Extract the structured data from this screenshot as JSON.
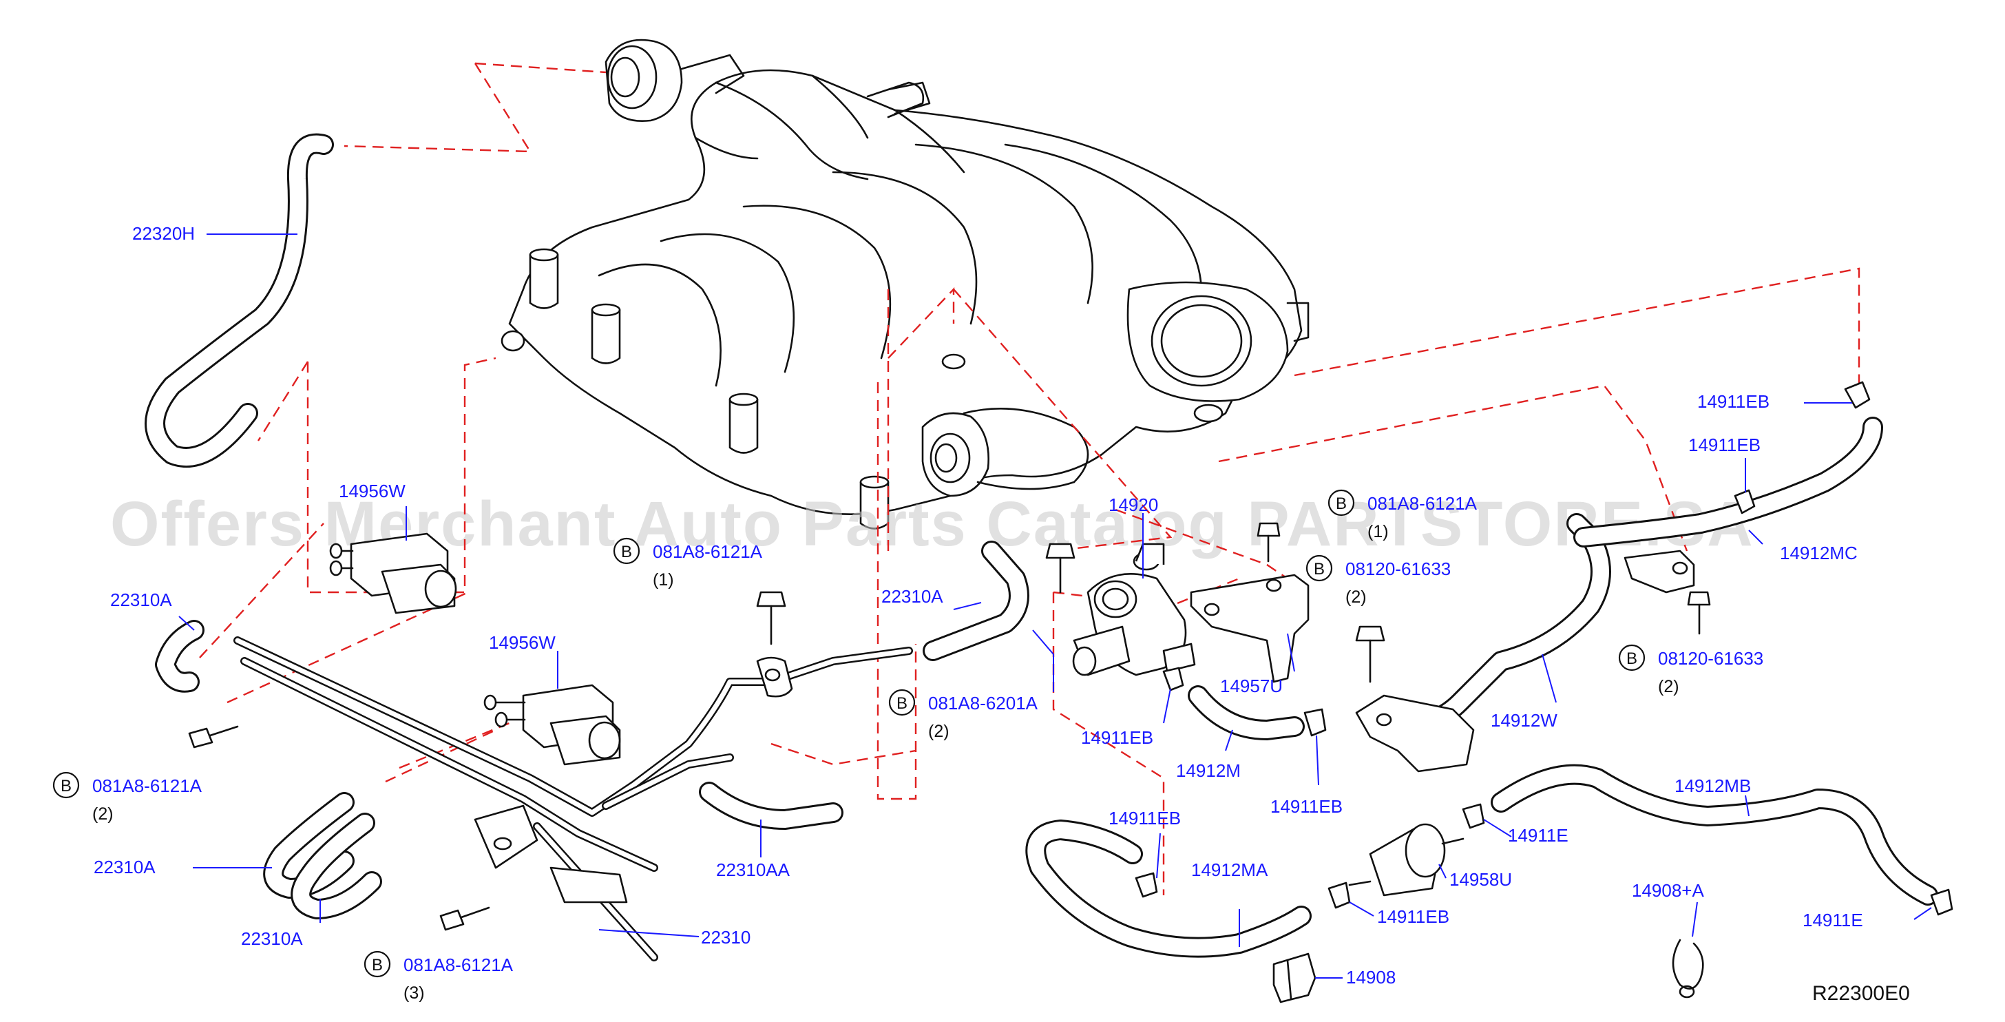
{
  "diagram": {
    "reference_code": "R22300E0",
    "watermark": "Offers Merchant Auto Parts Catalog PARTSTORE.SA",
    "bolt_symbol": "B",
    "colors": {
      "part_label": "#1a1aff",
      "connector_line": "#e02020",
      "line_art": "#111111"
    },
    "part_labels": [
      {
        "id": "p1",
        "text": "22320H"
      },
      {
        "id": "p2",
        "text": "14956W"
      },
      {
        "id": "p3",
        "text": "22310A"
      },
      {
        "id": "p4",
        "text": "14956W"
      },
      {
        "id": "p5",
        "text": "22310A"
      },
      {
        "id": "p6",
        "text": "22310A"
      },
      {
        "id": "p7",
        "text": "22310"
      },
      {
        "id": "p8",
        "text": "22310AA"
      },
      {
        "id": "p9",
        "text": "22310A"
      },
      {
        "id": "p10",
        "text": "14920"
      },
      {
        "id": "p11",
        "text": "14911EB"
      },
      {
        "id": "p12",
        "text": "14912M"
      },
      {
        "id": "p13",
        "text": "14957U"
      },
      {
        "id": "p14",
        "text": "14911EB"
      },
      {
        "id": "p15",
        "text": "14912W"
      },
      {
        "id": "p16",
        "text": "14911EB"
      },
      {
        "id": "p17",
        "text": "14911EB"
      },
      {
        "id": "p18",
        "text": "14912MC"
      },
      {
        "id": "p19",
        "text": "14912MB"
      },
      {
        "id": "p20",
        "text": "14911E"
      },
      {
        "id": "p21",
        "text": "14958U"
      },
      {
        "id": "p22",
        "text": "14911EB"
      },
      {
        "id": "p23",
        "text": "14911EB"
      },
      {
        "id": "p24",
        "text": "14912MA"
      },
      {
        "id": "p25",
        "text": "14908"
      },
      {
        "id": "p26",
        "text": "14908+A"
      },
      {
        "id": "p27",
        "text": "14911E"
      }
    ],
    "bolt_labels": [
      {
        "id": "b1",
        "part": "081A8-6121A",
        "qty": "(1)"
      },
      {
        "id": "b2",
        "part": "081A8-6121A",
        "qty": "(2)"
      },
      {
        "id": "b3",
        "part": "081A8-6121A",
        "qty": "(3)"
      },
      {
        "id": "b4",
        "part": "081A8-6201A",
        "qty": "(2)"
      },
      {
        "id": "b5",
        "part": "081A8-6121A",
        "qty": "(1)"
      },
      {
        "id": "b6",
        "part": "08120-61633",
        "qty": "(2)"
      },
      {
        "id": "b7",
        "part": "08120-61633",
        "qty": "(2)"
      }
    ]
  }
}
